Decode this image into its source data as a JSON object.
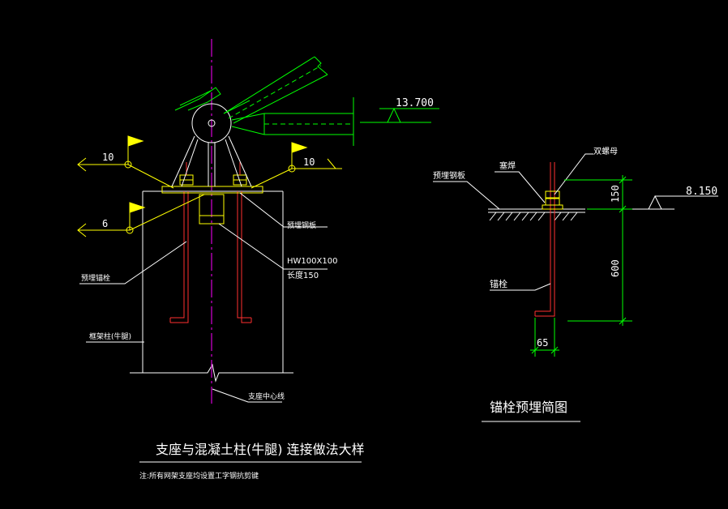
{
  "colors": {
    "background": "#000000",
    "outline_white": "#ffffff",
    "dimension_green": "#00ff00",
    "leader_yellow": "#ffff00",
    "rebar_red": "#ff3030",
    "centerline_magenta": "#ff00ff"
  },
  "left_detail": {
    "elevation_top": "13.700",
    "weld_symbol_left": "10",
    "weld_symbol_right": "10",
    "weld_symbol_lower": "6",
    "embedded_plate_label": "预埋钢板",
    "hw_section_label": "HW100X100",
    "hw_length_label": "长度150",
    "anchor_bolt_label": "预埋锚栓",
    "column_label": "框架柱(牛腿)",
    "support_centerline_label": "支座中心线",
    "title": "支座与混凝土柱(牛腿) 连接做法大样",
    "note": "注:所有网架支座均设置工字钢抗剪键"
  },
  "right_detail": {
    "double_nut_label": "双螺母",
    "plug_weld_label": "塞焊",
    "embedded_plate_label": "预埋钢板",
    "anchor_label": "锚栓",
    "elevation": "8.150",
    "dim_150": "150",
    "dim_600": "600",
    "dim_65": "65",
    "title": "锚栓预埋简图"
  }
}
